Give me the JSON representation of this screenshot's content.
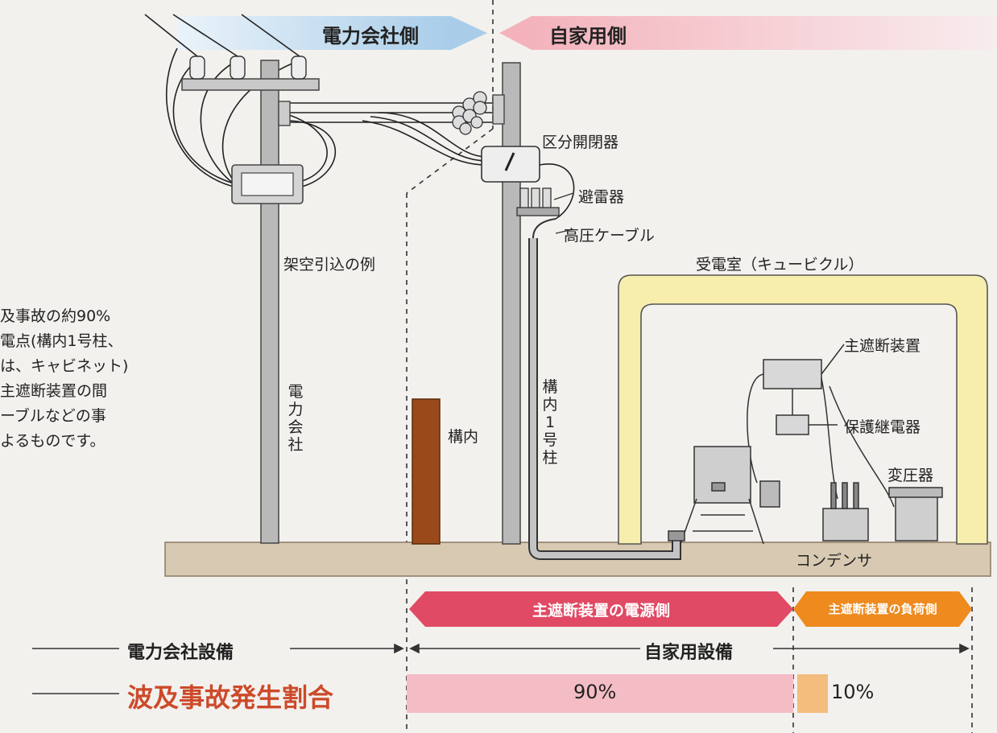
{
  "top_banner": {
    "left": "電力会社側",
    "right": "自家用側"
  },
  "labels": {
    "pole_example": "架空引込の例",
    "section_switch": "区分開閉器",
    "lightning_arrester": "避雷器",
    "hv_cable": "高圧ケーブル",
    "cubicle": "受電室（キュービクル）",
    "main_breaker": "主遮断装置",
    "protective_relay": "保護継電器",
    "transformer": "変圧器",
    "capacitor": "コンデンサ",
    "premises": "構内",
    "utility_pole_vertical": "電力会社",
    "premises_pole_vertical": "構内1号柱"
  },
  "side_text": [
    "及事故の約90%",
    "電点(構内1号柱、",
    "は、キャビネット)",
    "主遮断装置の間",
    "ーブルなどの事",
    "よるものです。"
  ],
  "bottom": {
    "source_side": "主遮断装置の電源側",
    "load_side": "主遮断装置の負荷側",
    "utility_equipment": "電力会社設備",
    "private_equipment": "自家用設備",
    "accident_ratio": "波及事故発生割合",
    "pct_source": "90%",
    "pct_load": "10%"
  },
  "colors": {
    "banner_blue": "#a9cde9",
    "banner_pink": "#f4b3bc",
    "source_arrow": "#e04a64",
    "load_arrow": "#ee8a1e",
    "bar_pink": "#f4bcc4",
    "bar_orange": "#f3bd7d",
    "ratio_text": "#cc4a2a",
    "cubicle_fill": "#f7eeae",
    "ground": "#d8c9b2"
  }
}
